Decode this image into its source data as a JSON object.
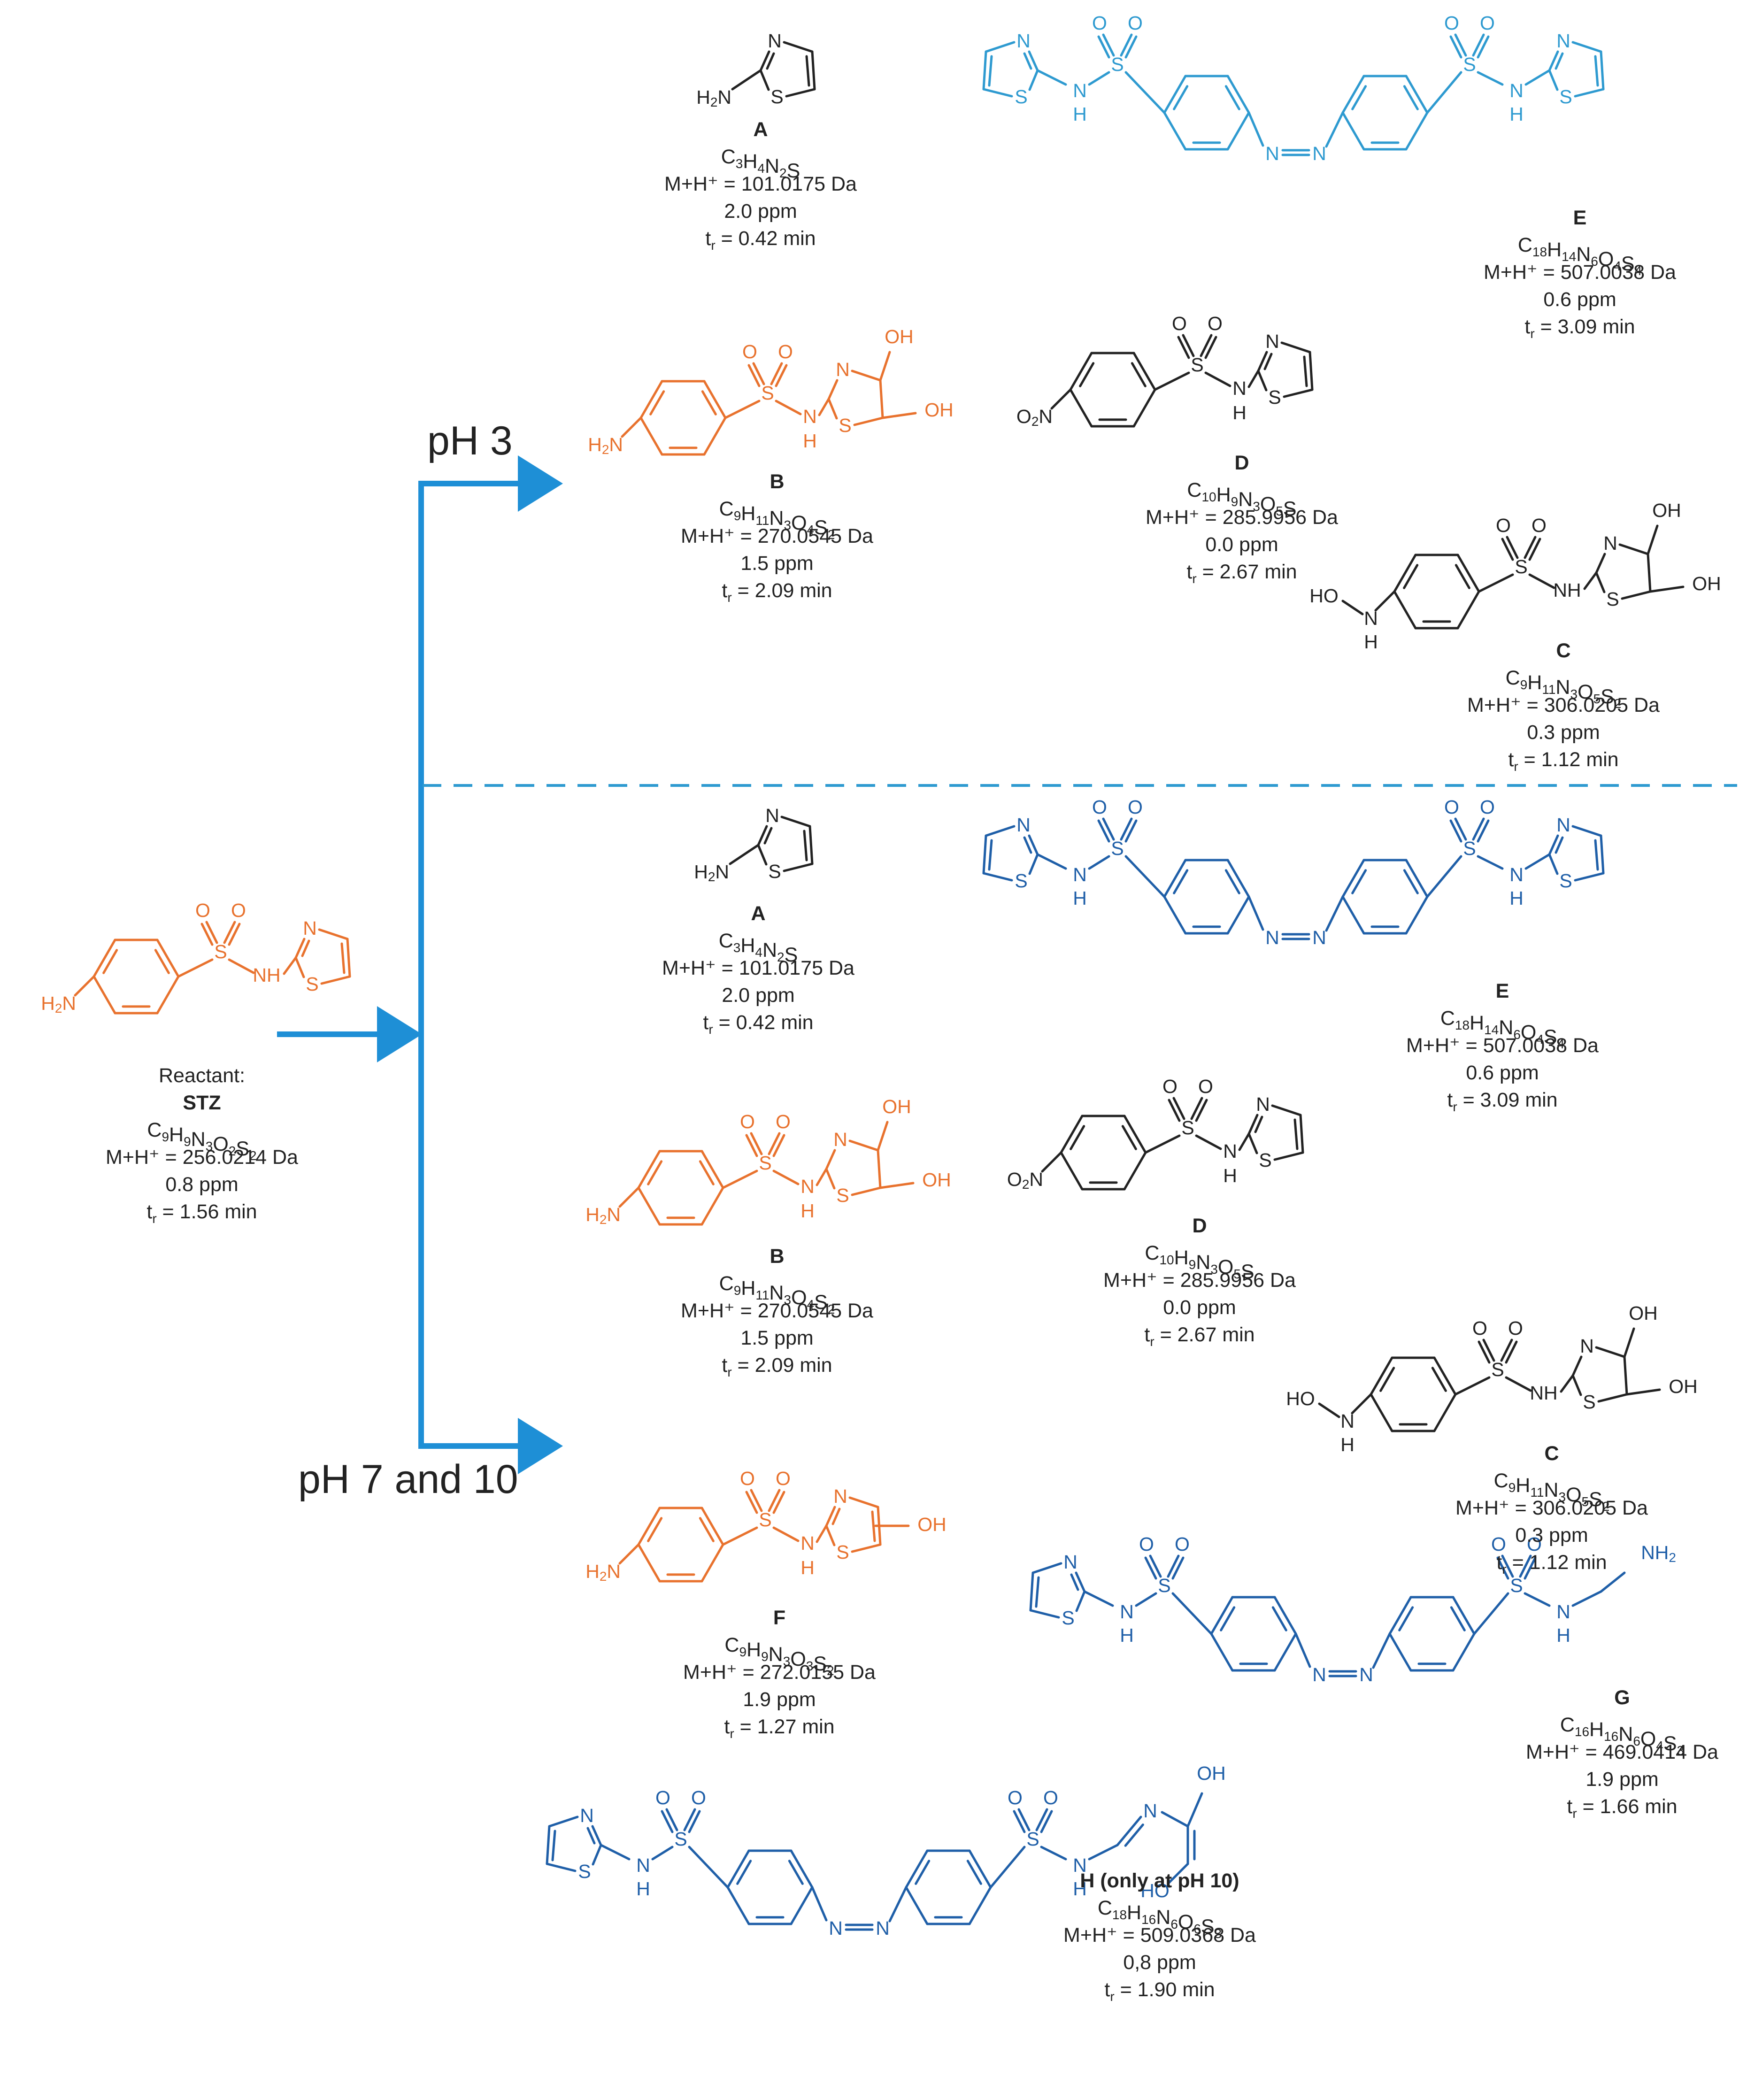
{
  "colors": {
    "reactant": "#E8722E",
    "dark_blue": "#1F5FA8",
    "light_blue": "#2E9AD0",
    "arrow": "#1E8FD6",
    "black": "#222222"
  },
  "conditions": {
    "acid": "pH 3",
    "neutral_basic": "pH 7 and 10"
  },
  "atom_labels": {
    "N": "N",
    "S": "S",
    "O": "O",
    "H": "H",
    "OH": "OH",
    "NH": "NH",
    "H2N_main": "H",
    "H2N_sub": "2",
    "H2N_tail": "N",
    "NH2_main": "NH",
    "NH2_sub": "2",
    "O2N_main": "O",
    "O2N_sub": "2",
    "O2N_tail": "N",
    "HO": "HO"
  },
  "compounds": [
    {
      "key": "reactant",
      "label": "STZ",
      "prefix": "Reactant:",
      "formula": "C9H9N3O2S2",
      "mass": "M+H⁺ = 256.0214 Da",
      "ppm": "0.8 ppm",
      "tr": "t",
      "tr_sub": "r",
      "tr_val": " = 1.56 min"
    },
    {
      "key": "A1",
      "label": "A",
      "formula": "C3H4N2S",
      "mass": "M+H⁺ = 101.0175 Da",
      "ppm": "2.0 ppm",
      "tr": "t",
      "tr_sub": "r",
      "tr_val": " = 0.42 min"
    },
    {
      "key": "B1",
      "label": "B",
      "formula": "C9H11N3O4S2",
      "mass": "M+H⁺ = 270.0545 Da",
      "ppm": "1.5 ppm",
      "tr": "t",
      "tr_sub": "r",
      "tr_val": " = 2.09 min"
    },
    {
      "key": "E1",
      "label": "E",
      "formula": "C18H14N6O4S4",
      "mass": "M+H⁺ = 507.0038 Da",
      "ppm": "0.6 ppm",
      "tr": "t",
      "tr_sub": "r",
      "tr_val": " = 3.09 min"
    },
    {
      "key": "D1",
      "label": "D",
      "formula": "C10H9N3O5S",
      "mass": "M+H⁺ = 285.9956 Da",
      "ppm": "0.0 ppm",
      "tr": "t",
      "tr_sub": "r",
      "tr_val": " = 2.67 min"
    },
    {
      "key": "C1",
      "label": "C",
      "formula": "C9H11N3O5S2",
      "mass": "M+H⁺ = 306.0205 Da",
      "ppm": "0.3 ppm",
      "tr": "t",
      "tr_sub": "r",
      "tr_val": " = 1.12 min"
    },
    {
      "key": "A2",
      "label": "A",
      "formula": "C3H4N2S",
      "mass": "M+H⁺ = 101.0175 Da",
      "ppm": "2.0 ppm",
      "tr": "t",
      "tr_sub": "r",
      "tr_val": " = 0.42 min"
    },
    {
      "key": "E2",
      "label": "E",
      "formula": "C18H14N6O4S4",
      "mass": "M+H⁺ = 507.0038 Da",
      "ppm": "0.6 ppm",
      "tr": "t",
      "tr_sub": "r",
      "tr_val": " = 3.09 min"
    },
    {
      "key": "B2",
      "label": "B",
      "formula": "C9H11N3O4S2",
      "mass": "M+H⁺ = 270.0545 Da",
      "ppm": "1.5 ppm",
      "tr": "t",
      "tr_sub": "r",
      "tr_val": " = 2.09 min"
    },
    {
      "key": "D2",
      "label": "D",
      "formula": "C10H9N3O5S",
      "mass": "M+H⁺ = 285.9956 Da",
      "ppm": "0.0 ppm",
      "tr": "t",
      "tr_sub": "r",
      "tr_val": " = 2.67 min"
    },
    {
      "key": "C2",
      "label": "C",
      "formula": "C9H11N3O5S2",
      "mass": "M+H⁺ = 306.0205 Da",
      "ppm": "0.3 ppm",
      "tr": "t",
      "tr_sub": "r",
      "tr_val": " = 1.12 min"
    },
    {
      "key": "F",
      "label": "F",
      "formula": "C9H9N3O3S2",
      "mass": "M+H⁺ = 272.0155 Da",
      "ppm": "1.9 ppm",
      "tr": "t",
      "tr_sub": "r",
      "tr_val": " = 1.27 min"
    },
    {
      "key": "G",
      "label": "G",
      "formula": "C16H16N6O4S3",
      "mass": "M+H⁺ = 469.0414 Da",
      "ppm": "1.9 ppm",
      "tr": "t",
      "tr_sub": "r",
      "tr_val": " = 1.66 min"
    },
    {
      "key": "H",
      "label": "H (only at pH 10)",
      "formula": "C18H16N6O6S3",
      "mass": "M+H⁺ = 509.0368 Da",
      "ppm": "0,8 ppm",
      "tr": "t",
      "tr_sub": "r",
      "tr_val": " = 1.90 min"
    }
  ]
}
